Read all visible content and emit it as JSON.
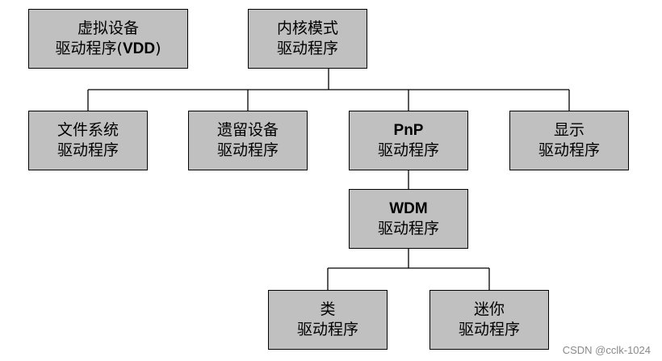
{
  "nodes": {
    "vdd": {
      "line1": "虚拟设备",
      "line2_prefix": "驱动程序(",
      "line2_bold": "VDD",
      "line2_suffix": ")"
    },
    "kernel": {
      "line1": "内核模式",
      "line2": "驱动程序"
    },
    "filesystem": {
      "line1": "文件系统",
      "line2": "驱动程序"
    },
    "legacy": {
      "line1": "遗留设备",
      "line2": "驱动程序"
    },
    "pnp": {
      "line1": "PnP",
      "line2": "驱动程序"
    },
    "display": {
      "line1": "显示",
      "line2": "驱动程序"
    },
    "wdm": {
      "line1": "WDM",
      "line2": "驱动程序"
    },
    "class": {
      "line1": "类",
      "line2": "驱动程序"
    },
    "mini": {
      "line1": "迷你",
      "line2": "驱动程序"
    }
  },
  "colors": {
    "box_fill": "#c0c0c0",
    "box_border": "#000000",
    "connector": "#000000",
    "watermark": "#8a8a8a"
  },
  "watermark": "CSDN @cclk-1024"
}
